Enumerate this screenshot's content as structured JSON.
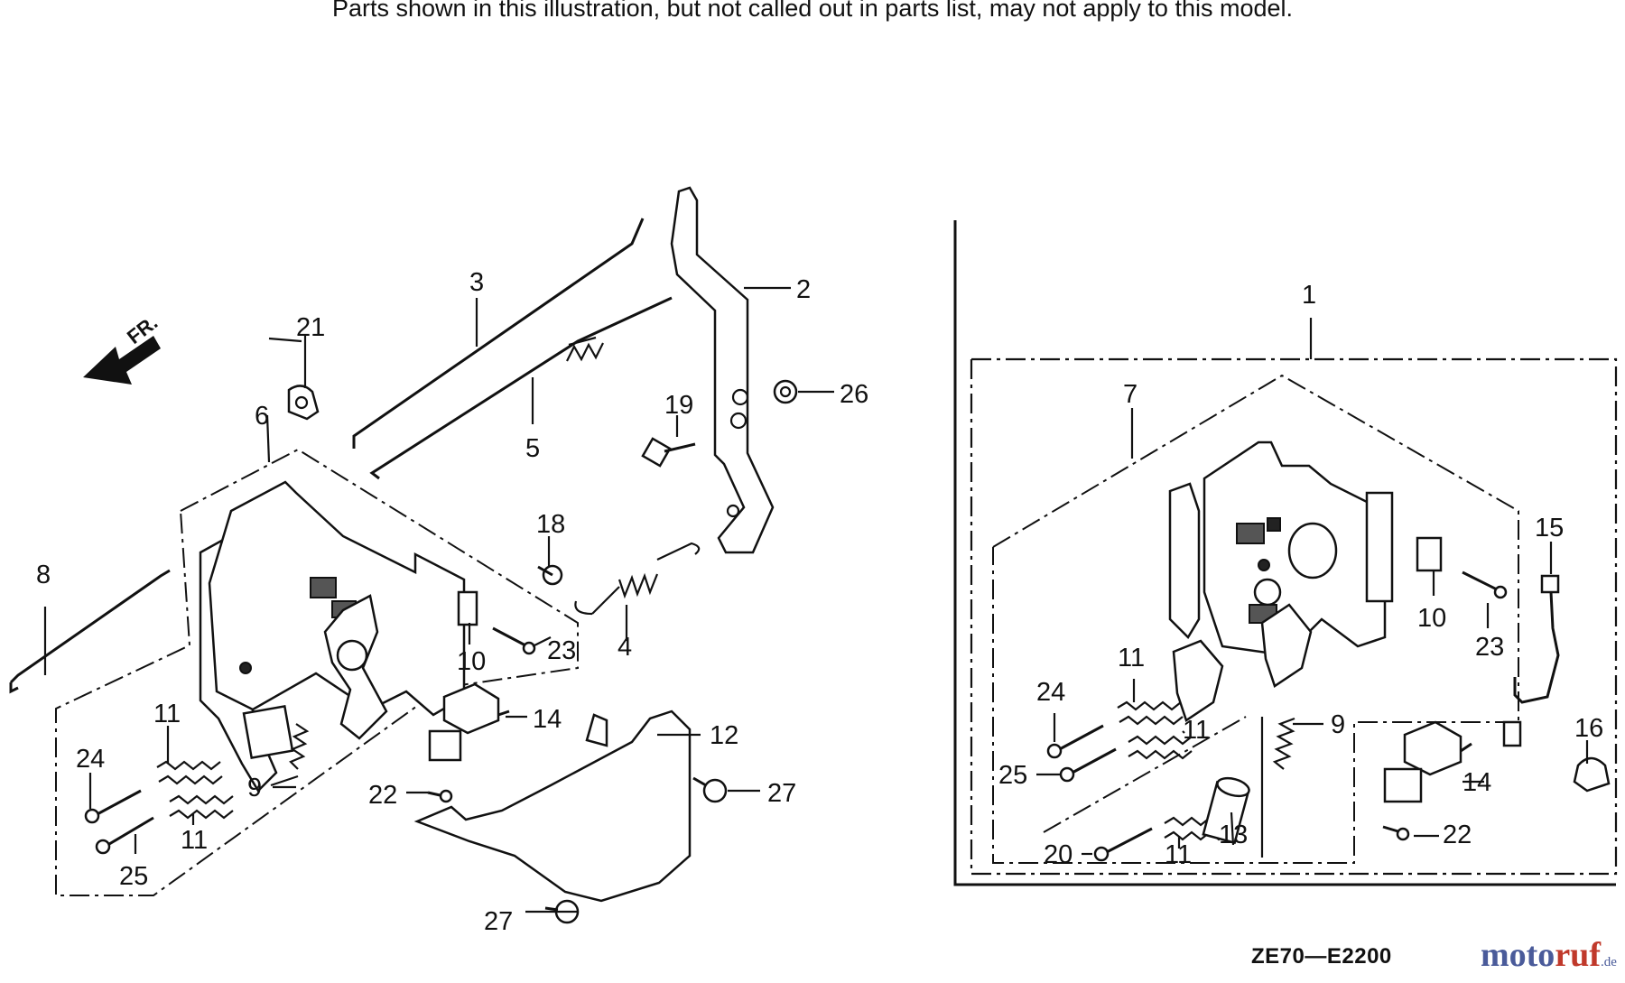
{
  "notice": "Parts shown in this illustration, but not called out in parts list, may not apply to this model.",
  "direction_label": "FR.",
  "diagram_code": "ZE70—E2200",
  "watermark": {
    "name_a": "moto",
    "name_b": "ruf",
    "tld": ".de"
  },
  "callouts": {
    "left": [
      "2",
      "3",
      "4",
      "5",
      "6",
      "8",
      "9",
      "10",
      "11",
      "11",
      "12",
      "14",
      "18",
      "19",
      "21",
      "22",
      "23",
      "24",
      "25",
      "26",
      "27",
      "27"
    ],
    "right": [
      "1",
      "7",
      "9",
      "10",
      "11",
      "11",
      "11",
      "13",
      "14",
      "15",
      "16",
      "20",
      "22",
      "23",
      "24",
      "25"
    ]
  }
}
